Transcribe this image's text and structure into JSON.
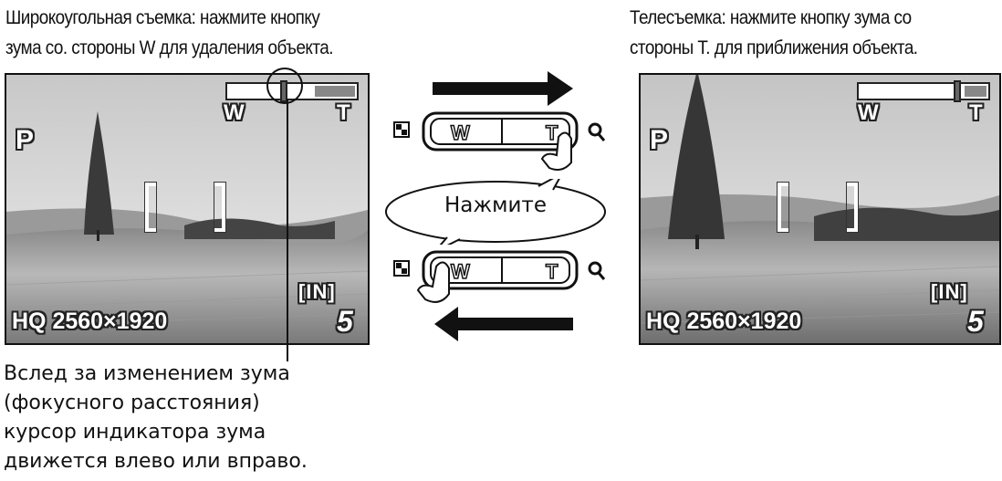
{
  "captions": {
    "wide_line1": "Широкоугольная съемка: нажмите кнопку",
    "wide_line2": "зума со. стороны W для удаления объекта.",
    "tele_line1": "Телесъемка: нажмите кнопку зума со",
    "tele_line2": "стороны Т. для приближения объекта."
  },
  "screens": {
    "mode": "P",
    "zoom_w": "W",
    "zoom_t": "T",
    "memory": "[IN]",
    "shots_left": "5",
    "quality": "HQ 2560×1920",
    "left_zoom_position": 0.45,
    "right_zoom_position": 0.85
  },
  "button": {
    "w": "W",
    "t": "T",
    "press_label": "Нажмите"
  },
  "icons": {
    "wide": "checker-grid-icon",
    "tele": "magnifier-icon"
  },
  "note": {
    "line1": "Вслед за изменением зума",
    "line2": "(фокусного расстояния)",
    "line3": "курсор индикатора зума",
    "line4": "движется влево или вправо."
  }
}
